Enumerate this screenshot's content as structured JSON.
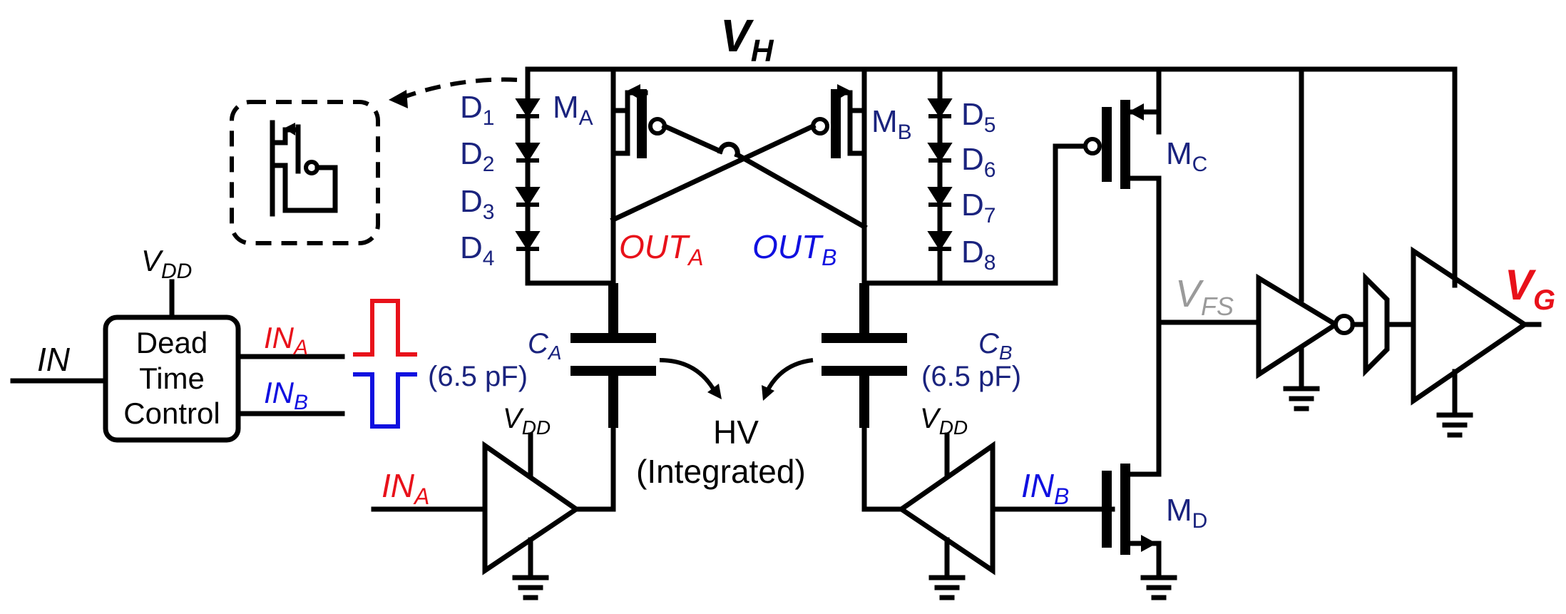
{
  "rails": {
    "vh": {
      "main": "V",
      "sub": "H"
    }
  },
  "diodes_left": [
    {
      "main": "D",
      "sub": "1"
    },
    {
      "main": "D",
      "sub": "2"
    },
    {
      "main": "D",
      "sub": "3"
    },
    {
      "main": "D",
      "sub": "4"
    }
  ],
  "diodes_right": [
    {
      "main": "D",
      "sub": "5"
    },
    {
      "main": "D",
      "sub": "6"
    },
    {
      "main": "D",
      "sub": "7"
    },
    {
      "main": "D",
      "sub": "8"
    }
  ],
  "transistors": {
    "ma": {
      "main": "M",
      "sub": "A"
    },
    "mb": {
      "main": "M",
      "sub": "B"
    },
    "mc": {
      "main": "M",
      "sub": "C"
    },
    "md": {
      "main": "M",
      "sub": "D"
    }
  },
  "nodes": {
    "out_a": {
      "main": "OUT",
      "sub": "A"
    },
    "out_b": {
      "main": "OUT",
      "sub": "B"
    },
    "vfs": {
      "main": "V",
      "sub": "FS"
    },
    "vg": {
      "main": "V",
      "sub": "G"
    }
  },
  "capacitors": {
    "ca": {
      "main": "C",
      "sub": "A",
      "value": "(6.5 pF)"
    },
    "cb": {
      "main": "C",
      "sub": "B",
      "value": "(6.5 pF)"
    }
  },
  "hv_label": {
    "line1": "HV",
    "line2": "(Integrated)"
  },
  "dead_time_block": {
    "line1": "Dead",
    "line2": "Time",
    "line3": "Control"
  },
  "inputs": {
    "in": "IN",
    "in_a": {
      "main": "IN",
      "sub": "A"
    },
    "in_b": {
      "main": "IN",
      "sub": "B"
    }
  },
  "supplies": {
    "vdd_top": {
      "main": "V",
      "sub": "DD"
    },
    "vdd_a": {
      "main": "V",
      "sub": "DD"
    },
    "vdd_b": {
      "main": "V",
      "sub": "DD"
    }
  },
  "colors": {
    "wire": "#000000",
    "component_label": "#1a237e",
    "signal_a": "#e8111a",
    "signal_b": "#1010e0",
    "vfs_label": "#9a9a9a",
    "vg_label": "#e8111a"
  }
}
